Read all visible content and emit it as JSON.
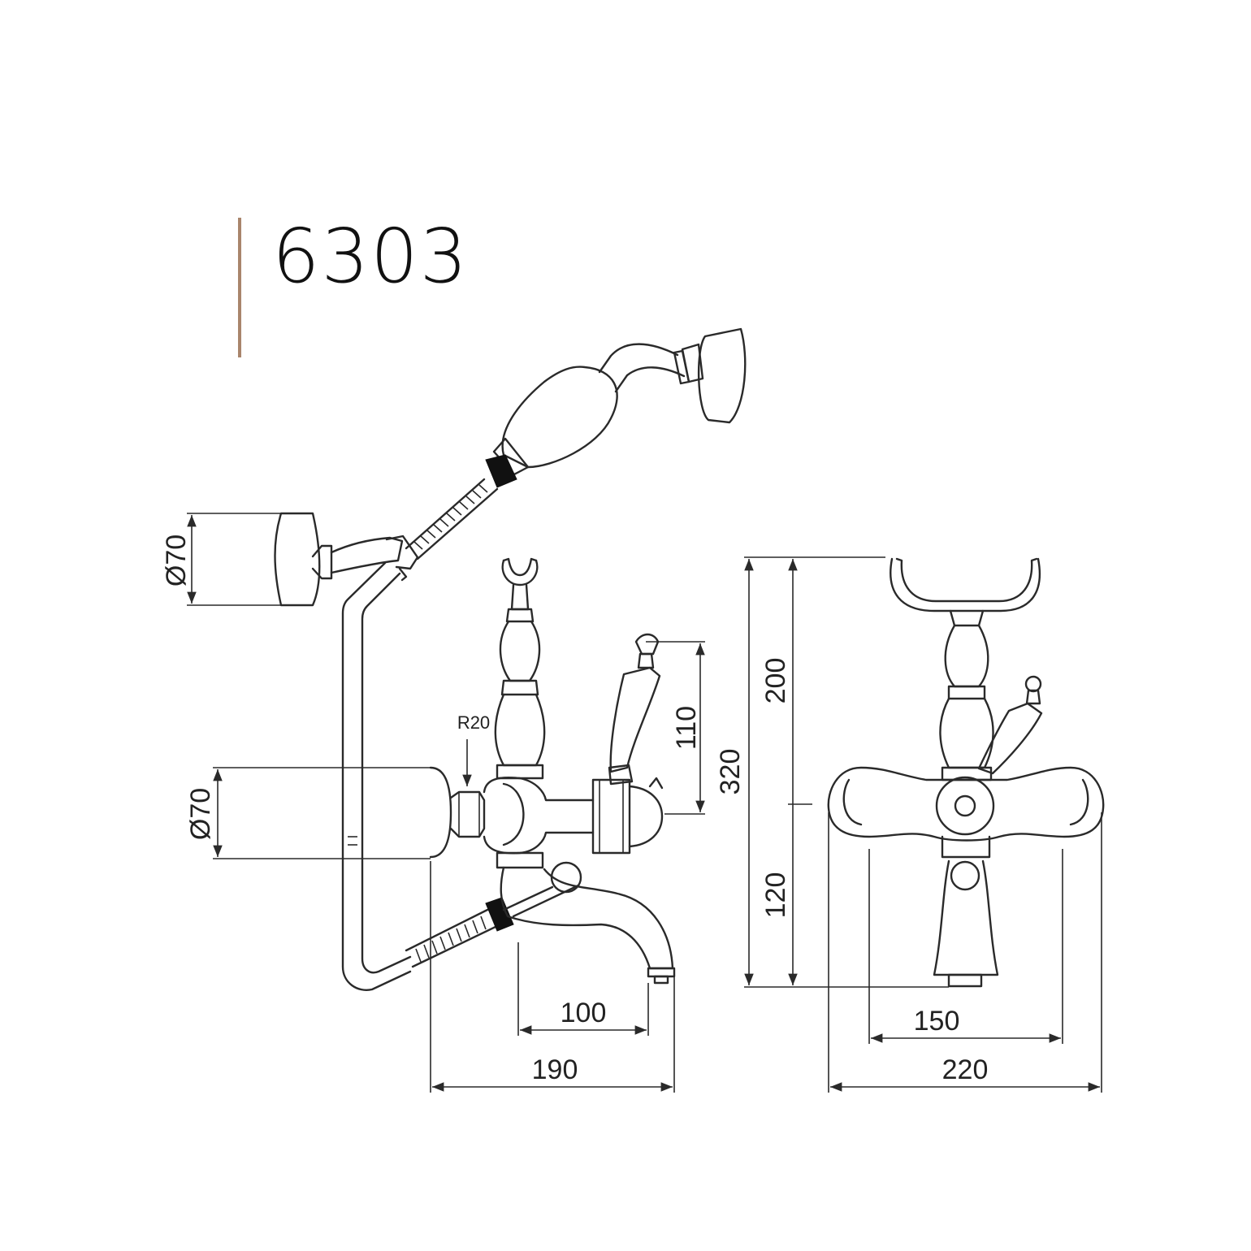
{
  "model_number": "6303",
  "dimensions": {
    "handset_diameter": "Ø70",
    "wall_flange_diameter": "Ø70",
    "radius": "R20",
    "lever_height": "110",
    "total_height": "320",
    "cradle_height": "200",
    "body_height": "120",
    "spout_reach": "100",
    "total_depth": "190",
    "inlet_centres": "150",
    "total_width": "220"
  },
  "colors": {
    "accent_bar": "#a9856c",
    "line": "#2a2a2a"
  }
}
